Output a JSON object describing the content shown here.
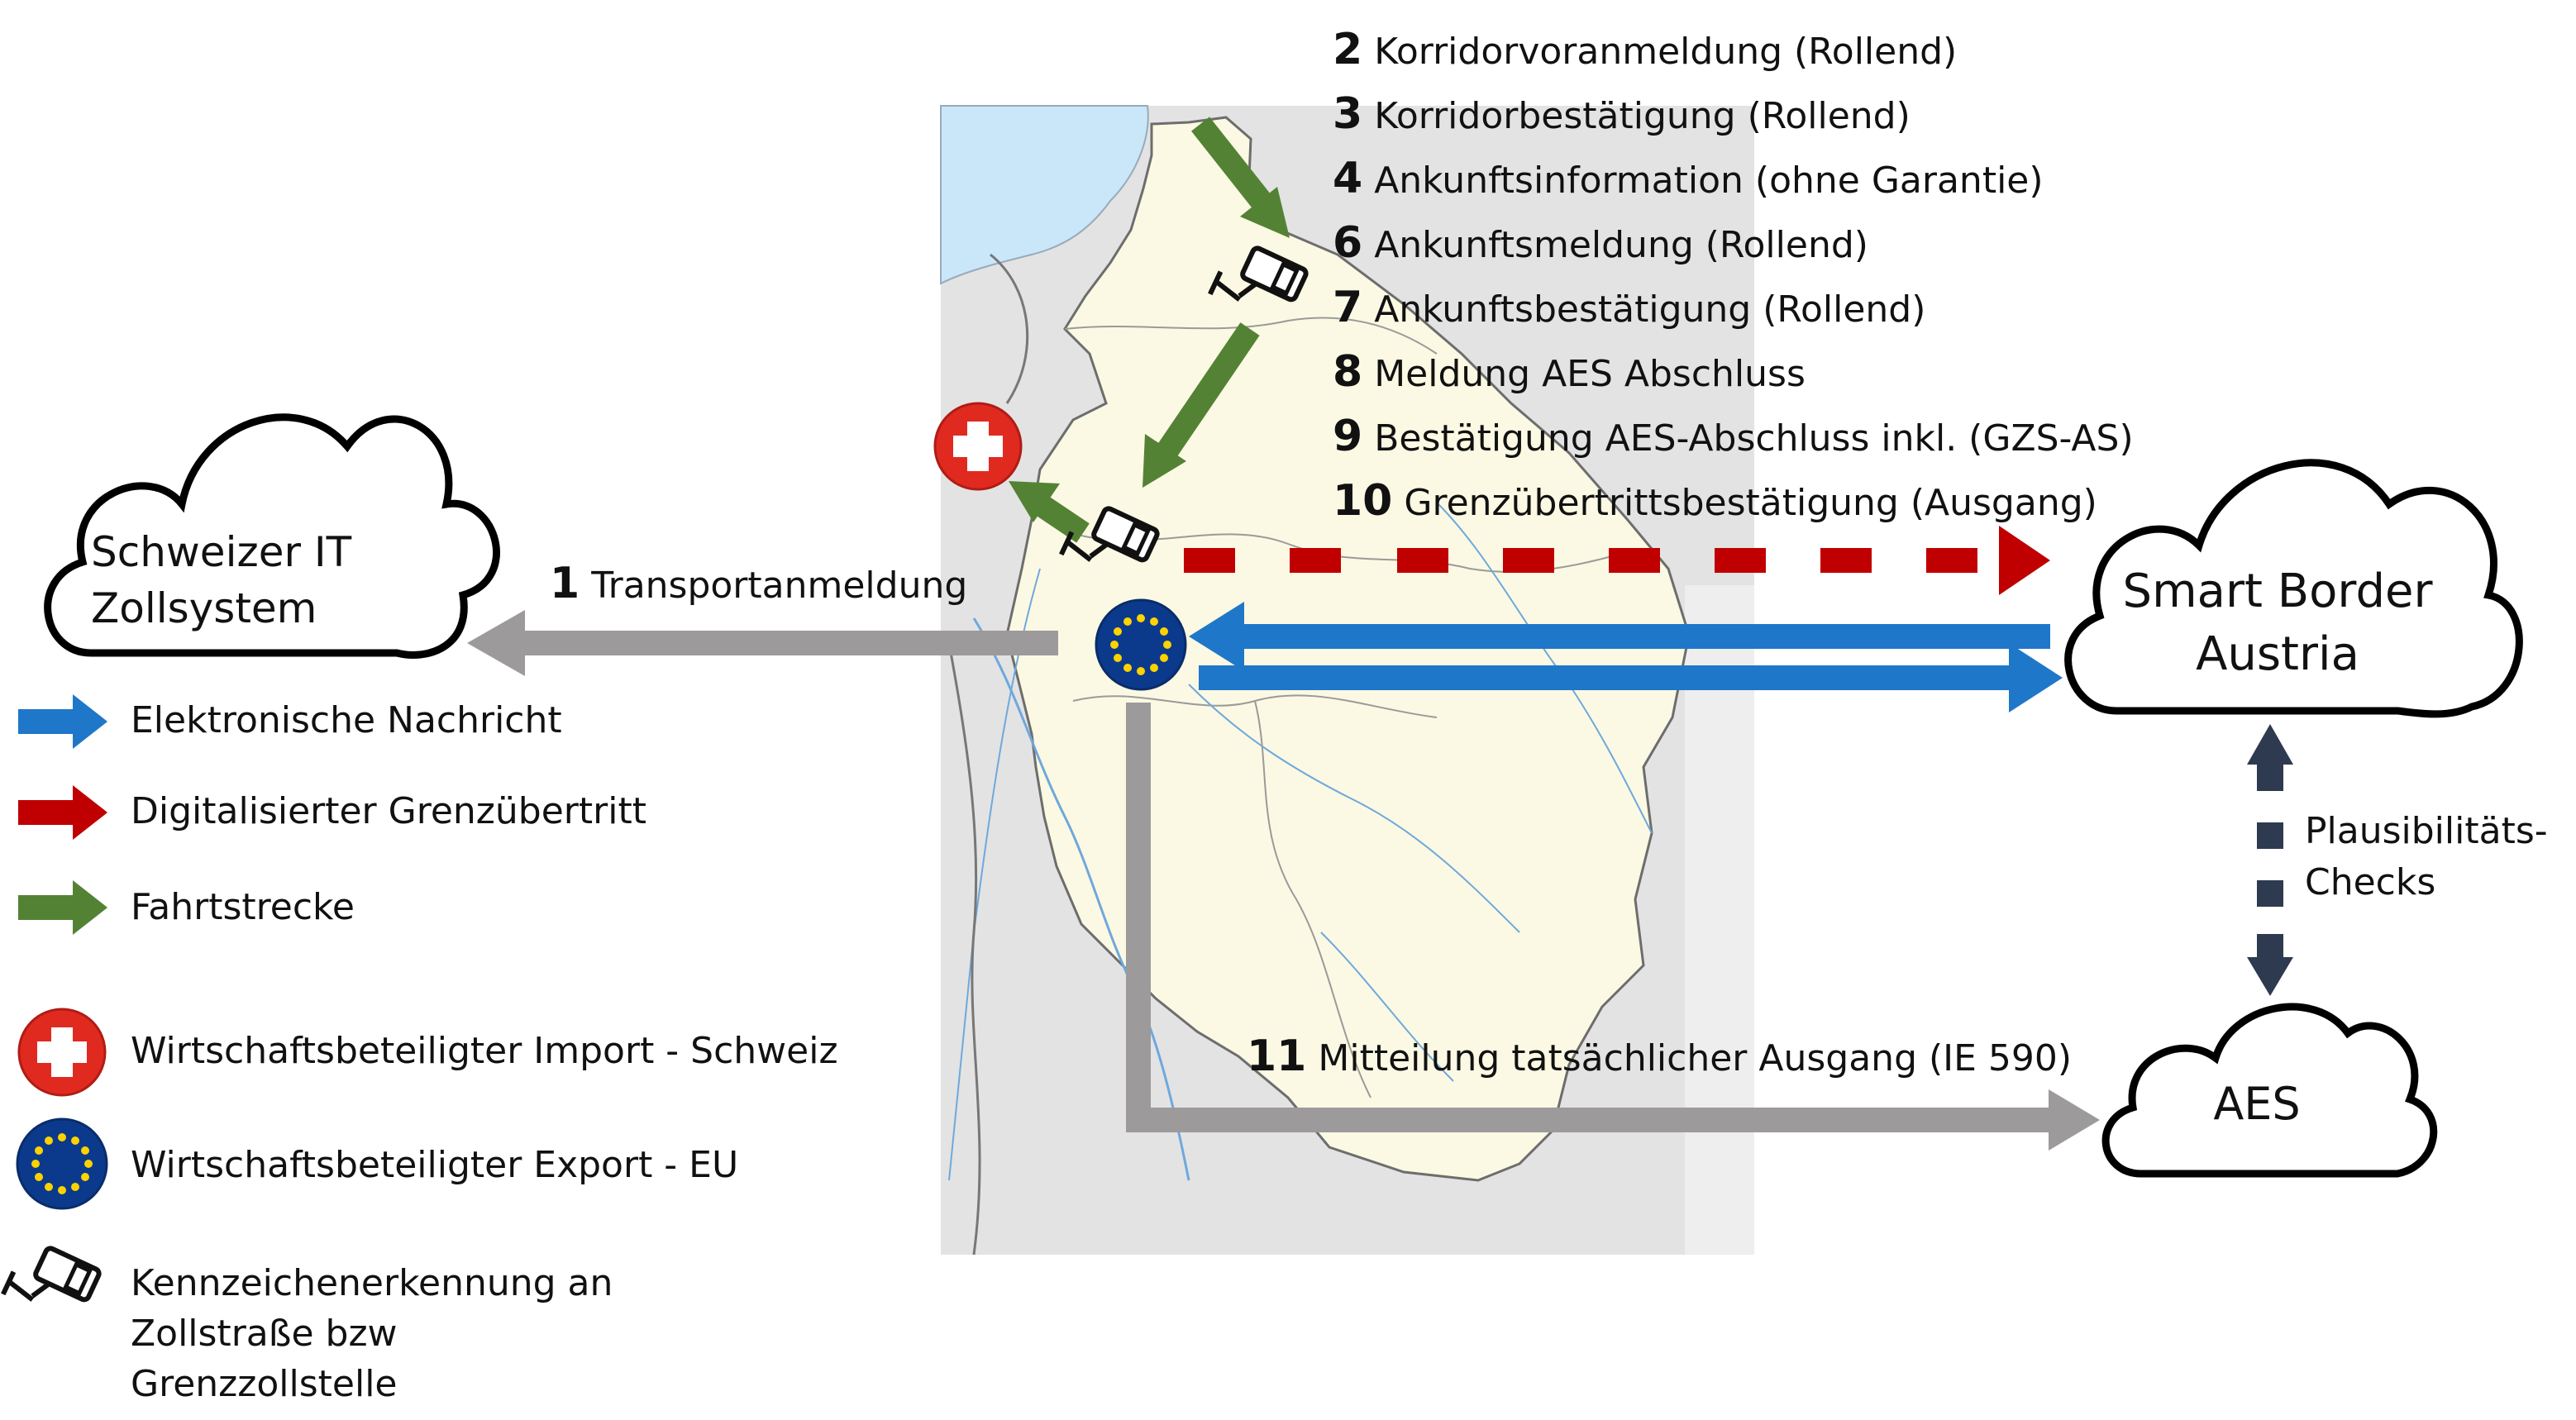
{
  "steps": [
    {
      "num": "2",
      "text": "Korridorvoranmeldung (Rollend)"
    },
    {
      "num": "3",
      "text": "Korridorbestätigung (Rollend)"
    },
    {
      "num": "4",
      "text": "Ankunftsinformation (ohne Garantie)"
    },
    {
      "num": "6",
      "text": "Ankunftsmeldung (Rollend)"
    },
    {
      "num": "7",
      "text": "Ankunftsbestätigung (Rollend)"
    },
    {
      "num": "8",
      "text": "Meldung AES Abschluss"
    },
    {
      "num": "9",
      "text": "Bestätigung AES-Abschluss inkl. (GZS-AS)"
    },
    {
      "num": "10",
      "text": "Grenzübertrittsbestätigung (Ausgang)"
    }
  ],
  "transport": {
    "num": "1",
    "text": "Transportanmeldung"
  },
  "exit_msg": {
    "num": "11",
    "text": "Mitteilung tatsächlicher Ausgang (IE 590)"
  },
  "clouds": {
    "swiss": {
      "line1": "Schweizer IT",
      "line2": "Zollsystem"
    },
    "smart_border": {
      "line1": "Smart Border",
      "line2": "Austria"
    },
    "aes": {
      "line1": "AES"
    }
  },
  "plausibility": {
    "line1": "Plausibilitäts-",
    "line2": "Checks"
  },
  "legend": [
    {
      "icon": "blue-arrow-icon",
      "label": "Elektronische Nachricht"
    },
    {
      "icon": "red-arrow-icon",
      "label": "Digitalisierter Grenzübertritt"
    },
    {
      "icon": "green-arrow-icon",
      "label": "Fahrtstrecke"
    },
    {
      "icon": "swiss-flag-icon",
      "label": "Wirtschaftsbeteiligter Import - Schweiz"
    },
    {
      "icon": "eu-flag-icon",
      "label": "Wirtschaftsbeteiligter Export - EU"
    },
    {
      "icon": "camera-icon",
      "label_lines": [
        "Kennzeichenerkennung an",
        "Zollstraße bzw",
        "Grenzzollstelle"
      ]
    }
  ],
  "colors": {
    "blue": "#1f77c9",
    "red": "#c00000",
    "green": "#548235",
    "gray": "#9c9a9a",
    "navy": "#2e3a4f",
    "map_bg": "#e6e6e6",
    "map_land": "#fbf9e3",
    "lake": "#c9e7f8"
  }
}
